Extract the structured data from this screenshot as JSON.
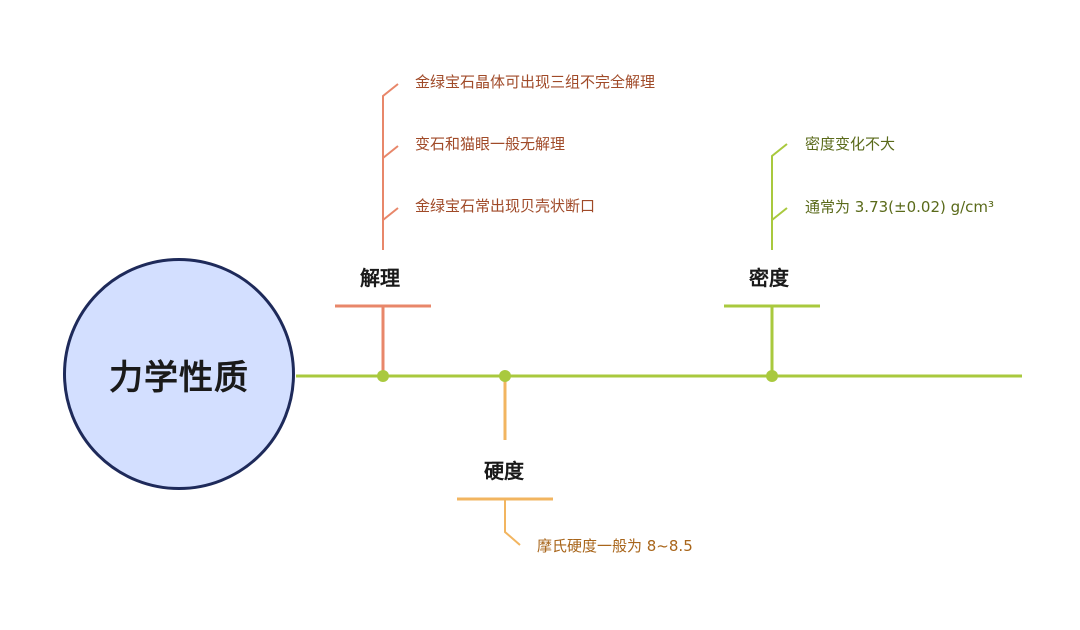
{
  "central": {
    "label": "力学性质"
  },
  "branches": {
    "cleavage": {
      "title": "解理",
      "color": "#e8876a",
      "items": [
        "金绿宝石晶体可出现三组不完全解理",
        "变石和猫眼一般无解理",
        "金绿宝石常出现贝壳状断口"
      ]
    },
    "hardness": {
      "title": "硬度",
      "color": "#f2b560",
      "items": [
        "摩氏硬度一般为 8~8.5"
      ]
    },
    "density": {
      "title": "密度",
      "color": "#a9c93e",
      "items": [
        "密度变化不大",
        "通常为 3.73(±0.02) g/cm³"
      ]
    }
  },
  "main_line_color": "#a9c93e",
  "circle_fill": "#d3dfff",
  "circle_border": "#1e2a5a"
}
